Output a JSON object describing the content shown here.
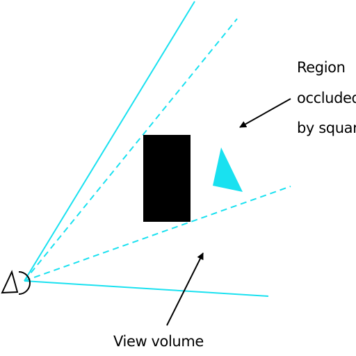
{
  "labels": {
    "occluded_line1": "Region",
    "occluded_line2": "occluded",
    "occluded_line3": "by square",
    "view_volume": "View volume"
  },
  "colors": {
    "view_line": "#19e1f0",
    "occluder": "#000000",
    "occluded_triangle": "#19e1f0",
    "text": "#000000",
    "background": "#ffffff"
  },
  "icons": {
    "eye": "eye-icon"
  }
}
